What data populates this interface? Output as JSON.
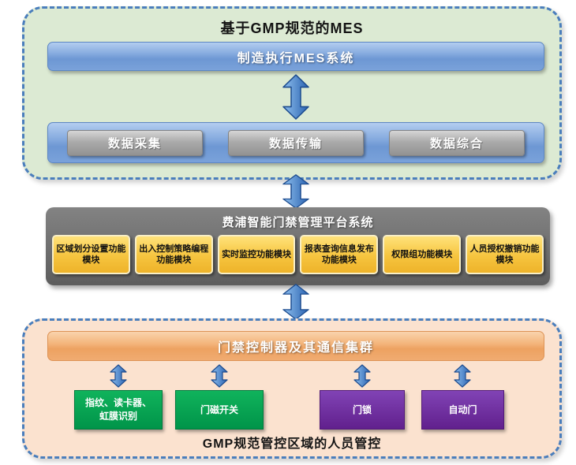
{
  "top": {
    "title": "基于GMP规范的MES",
    "mes_bar_label": "制造执行MES系统",
    "data_buttons": [
      {
        "label": "数据采集"
      },
      {
        "label": "数据传输"
      },
      {
        "label": "数据综合"
      }
    ]
  },
  "middle": {
    "title": "费浦智能门禁管理平台系统",
    "modules": [
      {
        "label": "区域划分设置功能模块"
      },
      {
        "label": "出入控制策略编程功能模块"
      },
      {
        "label": "实时监控功能模块"
      },
      {
        "label": "报表查询信息发布功能模块"
      },
      {
        "label": "权限组功能模块"
      },
      {
        "label": "人员授权撤销功能模块"
      }
    ]
  },
  "bottom": {
    "controller_bar_label": "门禁控制器及其通信集群",
    "devices": [
      {
        "label": "指纹、读卡器、虹膜识别",
        "color": "#00a551"
      },
      {
        "label": "门磁开关",
        "color": "#00a551"
      },
      {
        "label": "门锁",
        "color": "#7030a0"
      },
      {
        "label": "自动门",
        "color": "#7030a0"
      }
    ],
    "title": "GMP规范管控区域的人员管控"
  },
  "icons": {
    "connector": "double-arrow-icon",
    "device_connector": "up-down-arrow-icon"
  },
  "colors": {
    "panel_border": "#4a7ebc",
    "top_panel_bg": "#dcead3",
    "bottom_panel_bg": "#fbe2cf",
    "blue_bar": "#7aa2da",
    "gray_button": "#9a9a9a",
    "middle_panel_bg": "#6a6a6a",
    "module_yellow": "#f6c43e",
    "controller_bar": "#f0ab71",
    "device_green": "#00a551",
    "device_purple": "#7030a0",
    "arrow_blue": "#3a79c9"
  }
}
